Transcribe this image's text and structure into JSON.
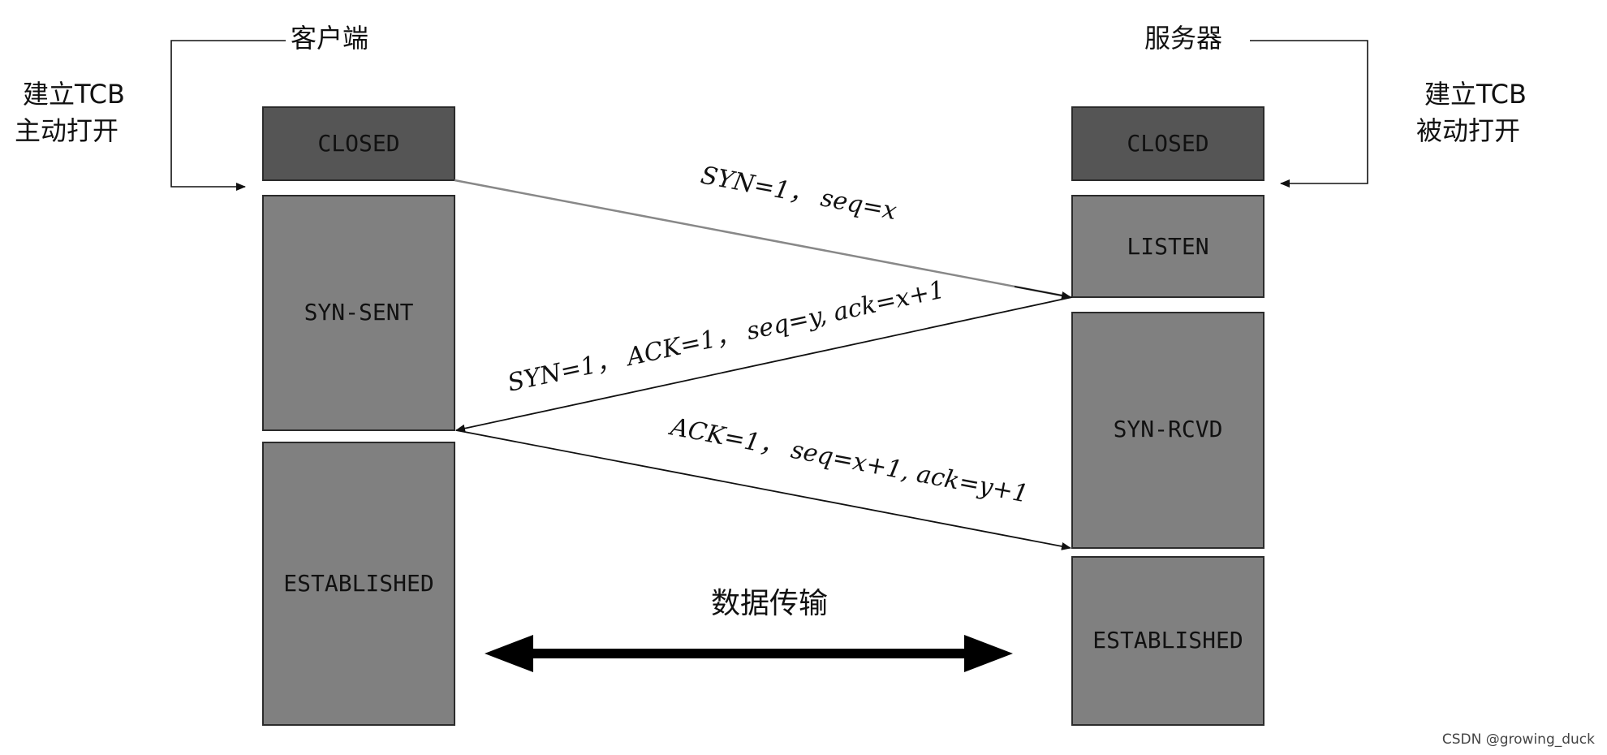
{
  "client": {
    "title": "客户端",
    "open_label_line1": "建立TCB",
    "open_label_line2": "主动打开",
    "states": [
      "CLOSED",
      "SYN-SENT",
      "ESTABLISHED"
    ]
  },
  "server": {
    "title": "服务器",
    "open_label_line1": "建立TCB",
    "open_label_line2": "被动打开",
    "states": [
      "CLOSED",
      "LISTEN",
      "SYN-RCVD",
      "ESTABLISHED"
    ]
  },
  "messages": [
    "SYN=1，  seq=x",
    "SYN=1，  ACK=1，  seq=y, ack=x+1",
    "ACK=1，  seq=x+1, ack=y+1"
  ],
  "data_transfer_label": "数据传输",
  "watermark": "CSDN @growing_duck",
  "colors": {
    "closed_fill": "#555555",
    "state_fill": "#808080",
    "state_border": "#2b2b2b",
    "line": "#111111",
    "line_light": "#888888"
  }
}
